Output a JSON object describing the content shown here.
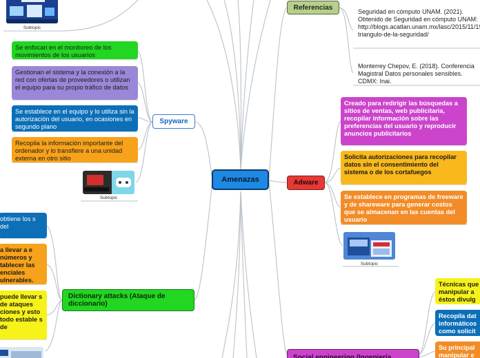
{
  "center": {
    "label": "Amenazas"
  },
  "branches": {
    "referencias": {
      "label": "Referencias",
      "items": [
        "Seguridad en cómputo UNAM. (2021). Obtenido de Seguridad en cómputo UNAM: http://blogs.acatlan.unam.mx/lasc/2015/11/19/el-triangulo-de-la-seguridad/",
        "Monterrey Chepov, E. (2018). Conferencia Magistral Datos personales sensibles. CDMX: Inai."
      ]
    },
    "spyware": {
      "label": "Spyware",
      "items": [
        "Se enfocan en el monitoreo de los movimientos de los usuarios",
        "Gestionan el sistema y la conexión a la red con ofertas de proveedores o utilizan el equipo para su propio tráfico de datos",
        "Se establece en el equipo y lo utiliza sin la autorización del usuario, en ocasiones en segundo plano",
        "Recopila la información importante del ordenador y lo transfiere a una unidad externa en otro sitio"
      ],
      "subtopic": "Subtopic"
    },
    "adware": {
      "label": "Adware",
      "items": [
        "Creado para redirigir las búsquedas a sitios de ventas, web publicitaria, recopilar información sobre las preferencias del usuario y reproducir anuncios publicitarios",
        "Solicita autorizaciones para recopilar datos sin el consentimiento del sistema o de los cortafuegos",
        "Se establece en programas de freeware y de shareware para generar costos que se almacenan en las cuentas del usuario"
      ],
      "subtopic": "Subtopic"
    },
    "dictionary": {
      "label": "Dictionary attacks (Ataque de diccionario)",
      "items": [
        "obtiene los s del",
        "a llevar a e números y tablecer las enciales ulnerables.",
        "puede llevar s de ataques ciones y esto todo estable s de"
      ]
    },
    "social": {
      "label": "Social engineering (Ingeniería",
      "items": [
        "Técnicas que manipular a éstos divulg",
        "Recopila dat informáticos como solicit",
        "Su principal manipular e"
      ]
    },
    "top_subtopic": "Subtopic"
  },
  "colors": {
    "center": "#1e88e5",
    "referencias": "#b7cf8e",
    "spyware": "#ffffff",
    "adware": "#e53935",
    "dictionary": "#22d622",
    "social": "#cc44cc",
    "green": "#22d622",
    "lilac": "#9b87d8",
    "blue": "#0c6fb8",
    "orange": "#f7a21b",
    "magenta": "#cc44cc",
    "yellow": "#f9b81b",
    "orange2": "#f28c28",
    "yellow_bright": "#f6f21a",
    "line": "#b9c1c9"
  },
  "icons": [
    "computer-thumbnail-icon",
    "laptop-gamepad-icon",
    "software-box-icon",
    "keyboard-icon"
  ]
}
